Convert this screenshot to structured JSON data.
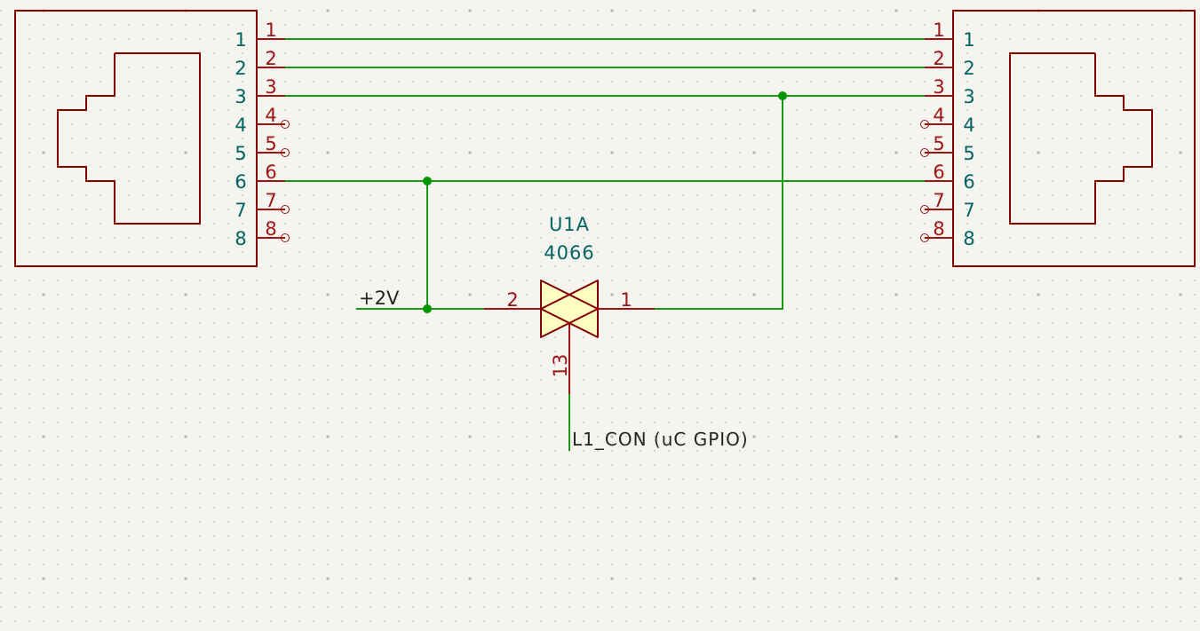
{
  "colors": {
    "background": "#f5f4ef",
    "grid": "#b5b5b5",
    "symbol": "#840000",
    "pin": "#a01414",
    "pin_number": "#a01414",
    "pin_name": "#006464",
    "wire": "#189a18",
    "junction": "#009600",
    "label": "#242424",
    "symbol_fill": "#ffffc2",
    "reference": "#006464"
  },
  "connectors": [
    {
      "side": "left",
      "pins": [
        {
          "number": "1",
          "name": "1",
          "connected": true
        },
        {
          "number": "2",
          "name": "2",
          "connected": true
        },
        {
          "number": "3",
          "name": "3",
          "connected": true
        },
        {
          "number": "4",
          "name": "4",
          "connected": false
        },
        {
          "number": "5",
          "name": "5",
          "connected": false
        },
        {
          "number": "6",
          "name": "6",
          "connected": true
        },
        {
          "number": "7",
          "name": "7",
          "connected": false
        },
        {
          "number": "8",
          "name": "8",
          "connected": false
        }
      ]
    },
    {
      "side": "right",
      "pins": [
        {
          "number": "1",
          "name": "1",
          "connected": true
        },
        {
          "number": "2",
          "name": "2",
          "connected": true
        },
        {
          "number": "3",
          "name": "3",
          "connected": true
        },
        {
          "number": "4",
          "name": "4",
          "connected": false
        },
        {
          "number": "5",
          "name": "5",
          "connected": false
        },
        {
          "number": "6",
          "name": "6",
          "connected": true
        },
        {
          "number": "7",
          "name": "7",
          "connected": false
        },
        {
          "number": "8",
          "name": "8",
          "connected": false
        }
      ]
    }
  ],
  "switch": {
    "reference": "U1A",
    "value": "4066",
    "pin_left": "2",
    "pin_right": "1",
    "pin_control": "13"
  },
  "labels": {
    "power": "+2V",
    "control_net": "L1_CON (uC GPIO)"
  }
}
